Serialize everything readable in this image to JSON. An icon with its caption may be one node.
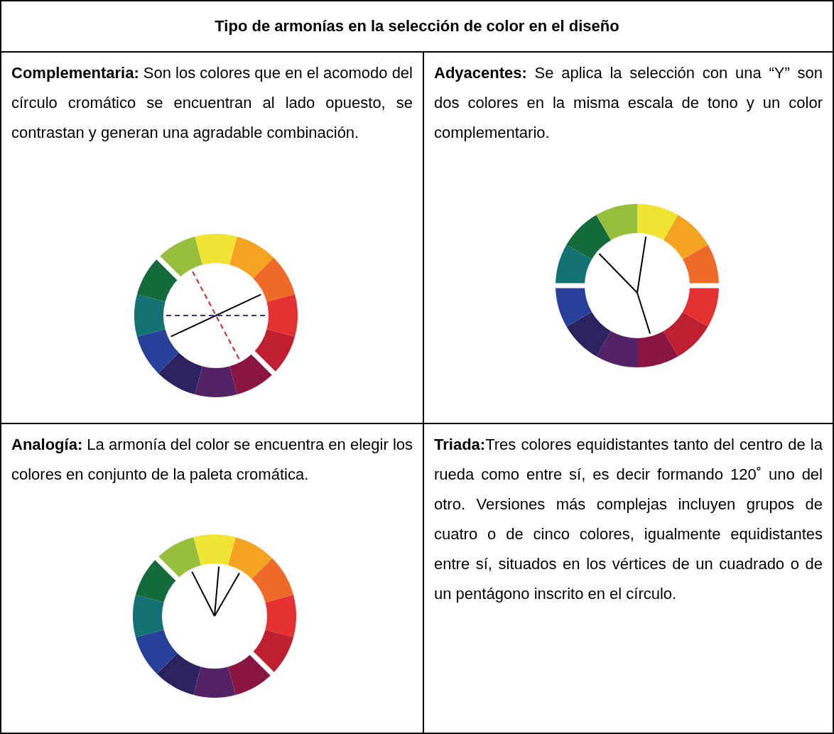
{
  "diagram": {
    "title": "Tipo de armonías en la selección de color en el diseño",
    "labels": [
      "**Complementaria:** Son los colores que en el acomodo del círculo cromático se encuentran al lado opuesto, se contrastan y generan una agradable combinación.",
      "**Adyacentes:** Se aplica la selección con una “Y” son dos colores en la misma escala de tono y un color complementario.",
      "**Analogía:** La armonía del color se encuentra en elegir los colores en conjunto de la paleta cromática.",
      "**Triada:**Tres colores equidistantes tanto del centro de la rueda como entre sí, es decir formando 120˚ uno del otro. Versiones más complejas incluyen grupos de cuatro o de cinco colores, igualmente equidistantes entre sí, situados en los vértices de un cuadrado o de un pentágono inscrito en el círculo."
    ]
  }
}
